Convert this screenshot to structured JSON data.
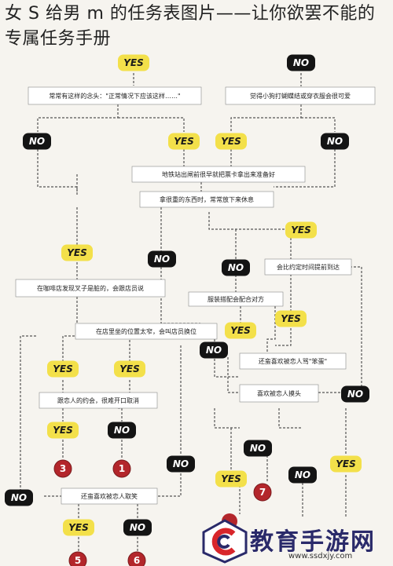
{
  "title": "女 S 给男 m 的任务表图片——让你欲罢不能的专属任务手册",
  "watermark": {
    "text": "教育手游网",
    "url": "www.ssdxjy.com"
  },
  "colors": {
    "yes": "#f3e04a",
    "no": "#141414",
    "num": "#b3262b",
    "box": "#ffffff",
    "line": "#555555"
  },
  "nodes": [
    {
      "text": "常常有这样的念头：\"正常情况下应该这样……\""
    },
    {
      "text": "觉得小狗打蝴蝶结或穿衣服会很可爱"
    },
    {
      "text": "地铁站出闸前很早就把票卡拿出来准备好"
    },
    {
      "text": "拿很重的东西时，常常放下来休息"
    },
    {
      "text": "会比约定时间提前到达"
    },
    {
      "text": "在咖啡店发现叉子是脏的，会跟店员说"
    },
    {
      "text": "服装搭配会配合对方"
    },
    {
      "text": "在店里坐的位置太窄，会叫店员换位"
    },
    {
      "text": "还蛮喜欢被恋人骂\"笨蛋\""
    },
    {
      "text": "跟恋人的约会，很难开口取消"
    },
    {
      "text": "喜欢被恋人摸头"
    },
    {
      "text": "还蛮喜欢被恋人取笑"
    }
  ],
  "answers": {
    "yes": "YES",
    "no": "NO"
  },
  "results": [
    "3",
    "1",
    "7",
    "5",
    "6"
  ]
}
